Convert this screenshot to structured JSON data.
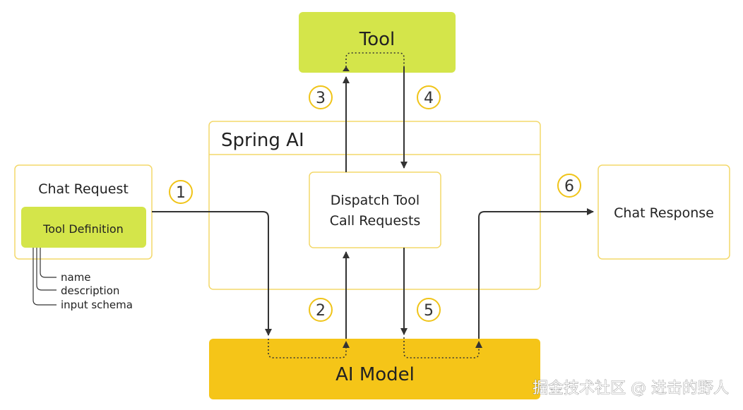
{
  "tool": {
    "label": "Tool"
  },
  "spring_ai": {
    "label": "Spring AI"
  },
  "chat_request": {
    "label": "Chat Request",
    "tool_definition": "Tool Definition",
    "params": [
      "name",
      "description",
      "input schema"
    ]
  },
  "dispatch": {
    "line1": "Dispatch Tool",
    "line2": "Call Requests"
  },
  "chat_response": {
    "label": "Chat Response"
  },
  "ai_model": {
    "label": "AI Model"
  },
  "steps": [
    "1",
    "2",
    "3",
    "4",
    "5",
    "6"
  ],
  "watermark": "掘金技术社区 @ 进击的野人",
  "colors": {
    "tool_fill": "#d4e54a",
    "tool_definition_fill": "#d4e54a",
    "ai_model_fill": "#f5c518",
    "box_border": "#f3d86a",
    "step_circle": "#f0c419",
    "arrow": "#333333"
  }
}
